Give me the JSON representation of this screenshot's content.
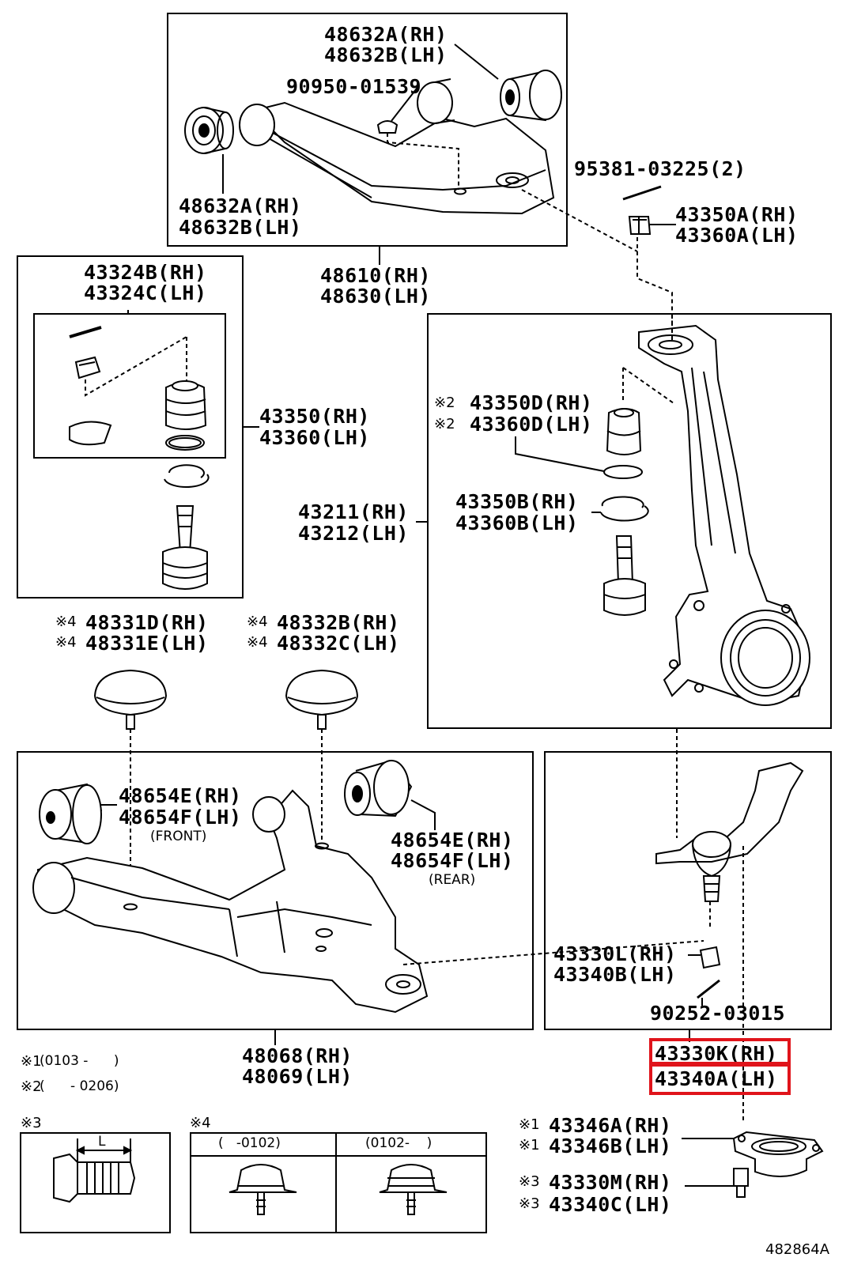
{
  "labels": {
    "p48632A_top": "48632A(RH)",
    "p48632B_top": "48632B(LH)",
    "p90950": "90950-01539",
    "p48632A_left": "48632A(RH)",
    "p48632B_left": "48632B(LH)",
    "p95381": "95381-03225(2)",
    "p43350A": "43350A(RH)",
    "p43360A": "43360A(LH)",
    "p43324B": "43324B(RH)",
    "p43324C": "43324C(LH)",
    "p48610": "48610(RH)",
    "p48630": "48630(LH)",
    "p43350": "43350(RH)",
    "p43360": "43360(LH)",
    "p43350D": "43350D(RH)",
    "p43360D": "43360D(LH)",
    "p43211": "43211(RH)",
    "p43212": "43212(LH)",
    "p43350B": "43350B(RH)",
    "p43360B": "43360B(LH)",
    "p48331D": "48331D(RH)",
    "p48331E": "48331E(LH)",
    "p48332B": "48332B(RH)",
    "p48332C": "48332C(LH)",
    "p48654E_front": "48654E(RH)",
    "p48654F_front": "48654F(LH)",
    "front": "(FRONT)",
    "p48654E_rear": "48654E(RH)",
    "p48654F_rear": "48654F(LH)",
    "rear": "(REAR)",
    "p43330L": "43330L(RH)",
    "p43340B": "43340B(LH)",
    "p90252": "90252-03015",
    "p48068": "48068(RH)",
    "p48069": "48069(LH)",
    "p43330K": "43330K(RH)",
    "p43340A": "43340A(LH)",
    "p43346A": "43346A(RH)",
    "p43346B": "43346B(LH)",
    "p43330M": "43330M(RH)",
    "p43340C": "43340C(LH)",
    "figure_id": "482864A"
  },
  "marks": {
    "m1": "※1",
    "m2": "※2",
    "m3": "※3",
    "m4": "※4"
  },
  "notes": {
    "n1_mark": "※1",
    "n1_text": "(0103 -      )",
    "n2_mark": "※2",
    "n2_text": "(      - 0206)",
    "n3_mark": "※3",
    "n4_mark": "※4",
    "n3_dim": "L",
    "n4_left": "(   -0102)",
    "n4_right": "(0102-    )"
  },
  "highlight_color": "#e0141b"
}
